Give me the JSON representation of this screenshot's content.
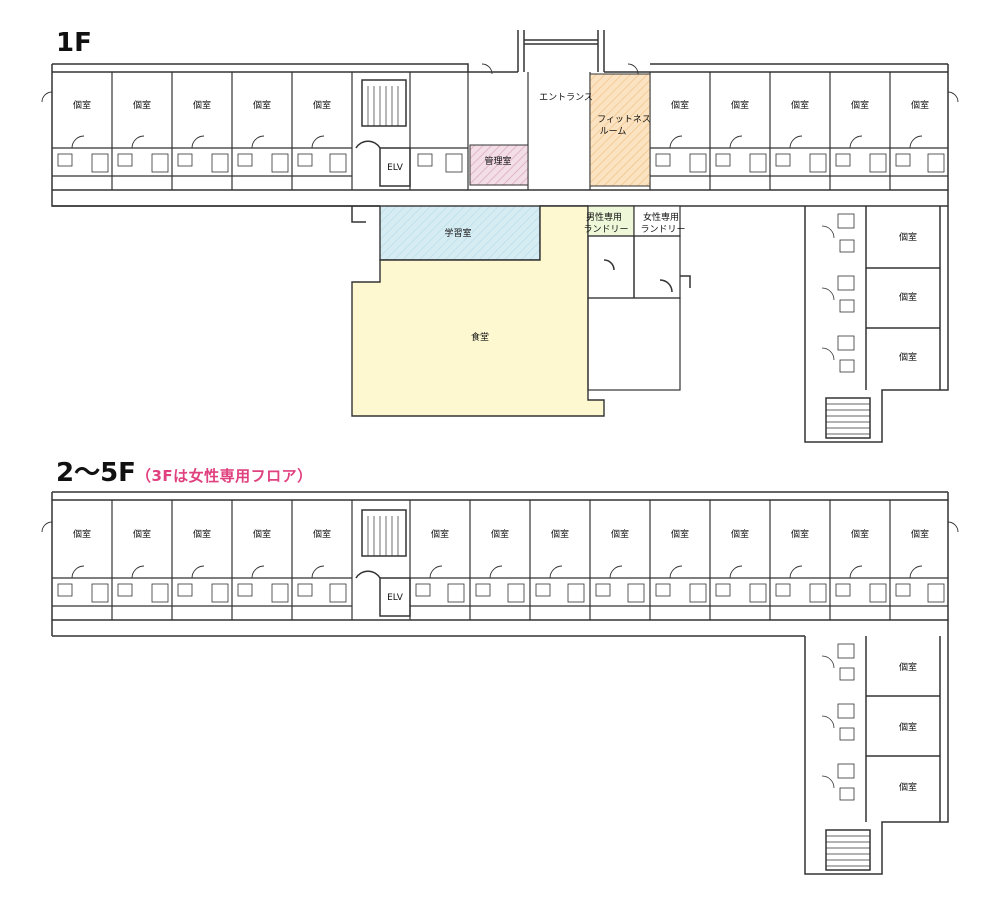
{
  "floor1": {
    "title": "1F",
    "rooms": {
      "private_room": "個室",
      "entrance": "エントランス",
      "fitness_line1": "フィットネス",
      "fitness_line2": "ルーム",
      "management": "管理室",
      "elevator": "ELV",
      "study": "学習室",
      "dining": "食堂",
      "mens_laundry_line1": "男性専用",
      "mens_laundry_line2": "ランドリー",
      "womens_laundry_line1": "女性専用",
      "womens_laundry_line2": "ランドリー"
    }
  },
  "floor2to5": {
    "title": "2〜5F",
    "note_open": "（",
    "note": "3Fは女性専用フロア",
    "note_close": "）",
    "rooms": {
      "private_room": "個室",
      "elevator": "ELV"
    }
  },
  "colors": {
    "study": "#d6ecf3",
    "dining": "#fdf8d0",
    "fitness": "#fbe3c2",
    "management": "#f3dde6",
    "laundry_mens": "#eef7d8",
    "note_pink": "#e0417f",
    "wall": "#333333"
  }
}
